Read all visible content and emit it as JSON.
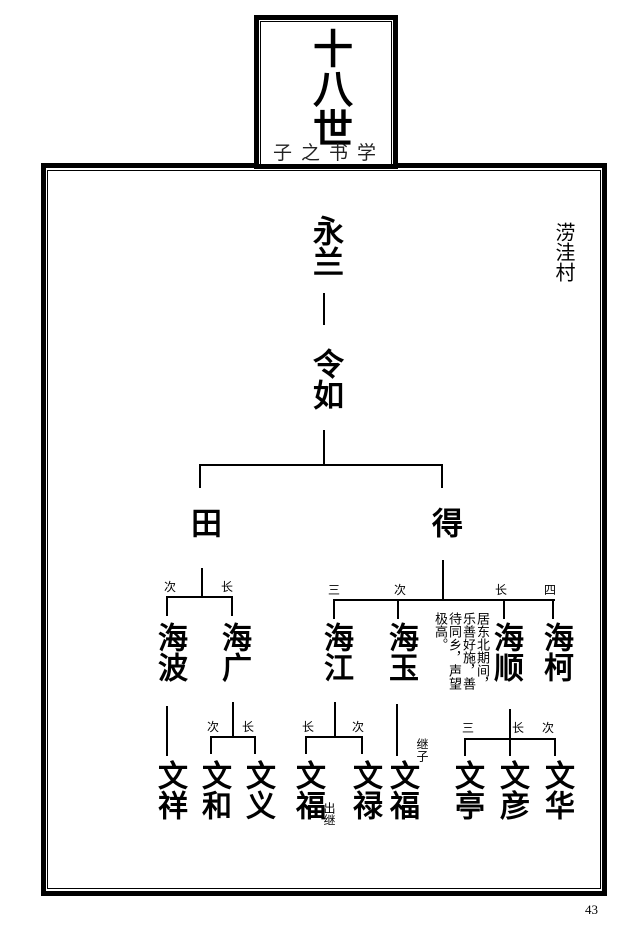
{
  "header": {
    "generation": "十八世",
    "subtitle": "子之书学"
  },
  "place": "涝洼村",
  "tree": {
    "root": {
      "name": "永兰"
    },
    "gen2": {
      "name": "令如"
    },
    "gen3": [
      {
        "name": "田"
      },
      {
        "name": "得"
      }
    ],
    "gen4": [
      {
        "name": "海波",
        "order": "次",
        "parent": "田"
      },
      {
        "name": "海广",
        "order": "长",
        "parent": "田"
      },
      {
        "name": "海江",
        "order": "三",
        "parent": "得"
      },
      {
        "name": "海玉",
        "order": "次",
        "parent": "得"
      },
      {
        "name": "海顺",
        "order": "长",
        "parent": "得",
        "note": "居东北期间，乐善好施，善待同乡，声望极高。"
      },
      {
        "name": "海柯",
        "order": "四",
        "parent": "得"
      }
    ],
    "gen5": [
      {
        "name": "文祥",
        "parent": "海波"
      },
      {
        "name": "文和",
        "order": "次",
        "parent": "海广"
      },
      {
        "name": "文义",
        "order": "长",
        "parent": "海广"
      },
      {
        "name": "文福",
        "order": "长",
        "parent": "海江",
        "remark": "出继"
      },
      {
        "name": "文禄",
        "order": "次",
        "parent": "海江"
      },
      {
        "name": "文福",
        "parent": "海玉",
        "remark": "继子"
      },
      {
        "name": "文亭",
        "order": "三",
        "parent": "海顺"
      },
      {
        "name": "文彦",
        "order": "长",
        "parent": "海顺"
      },
      {
        "name": "文华",
        "order": "次",
        "parent": "海顺"
      }
    ]
  },
  "page_number": "43"
}
